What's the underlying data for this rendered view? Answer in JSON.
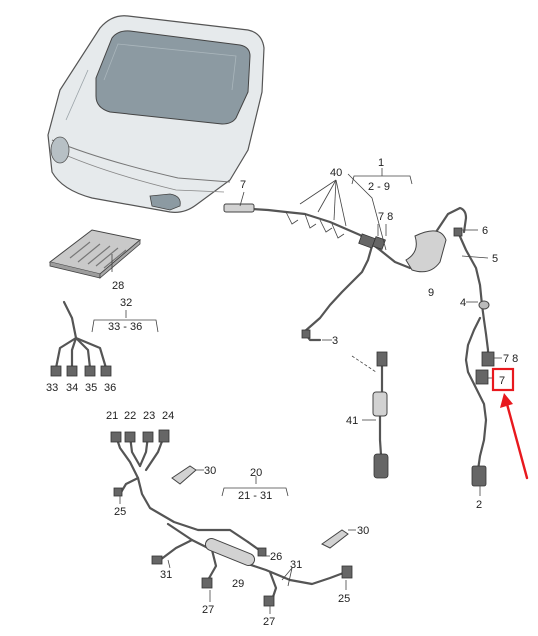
{
  "diagram": {
    "labels": {
      "l1": "1",
      "l1_range": "2 - 9",
      "l7_top": "7",
      "l40": "40",
      "l78_mid": "7 8",
      "l6": "6",
      "l5": "5",
      "l9": "9",
      "l4": "4",
      "l28": "28",
      "l3": "3",
      "l32": "32",
      "l32_range": "33 - 36",
      "l33": "33",
      "l34": "34",
      "l35": "35",
      "l36": "36",
      "l78_right": "7 8",
      "l7_boxed": "7",
      "l41": "41",
      "l21": "21",
      "l22": "22",
      "l23": "23",
      "l24": "24",
      "l30_a": "30",
      "l20": "20",
      "l20_range": "21 - 31",
      "l2": "2",
      "l25_a": "25",
      "l26": "26",
      "l30_b": "30",
      "l31_a": "31",
      "l31_b": "31",
      "l29": "29",
      "l25_b": "25",
      "l27_a": "27",
      "l27_b": "27"
    },
    "colors": {
      "highlight": "#e8191e",
      "line": "#555555",
      "body_fill": "#e4e8ea",
      "glass_fill": "#8c9aa2"
    }
  }
}
